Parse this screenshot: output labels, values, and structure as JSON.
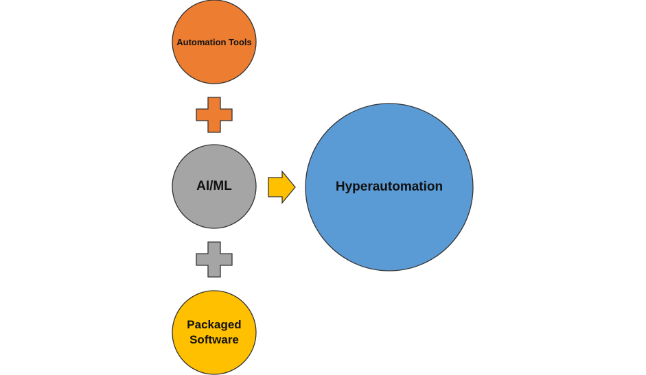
{
  "nodes": {
    "automation_tools": {
      "label": "Automation Tools",
      "color": "#ED7D31"
    },
    "ai_ml": {
      "label": "AI/ML",
      "color": "#A5A5A5"
    },
    "packaged_software": {
      "label": "Packaged Software",
      "color": "#FFC000"
    },
    "hyperautomation": {
      "label": "Hyperautomation",
      "color": "#5B9BD5"
    }
  },
  "connectors": {
    "plus_top_color": "#ED7D31",
    "plus_bottom_color": "#A5A5A5",
    "arrow_color": "#FFC000"
  }
}
